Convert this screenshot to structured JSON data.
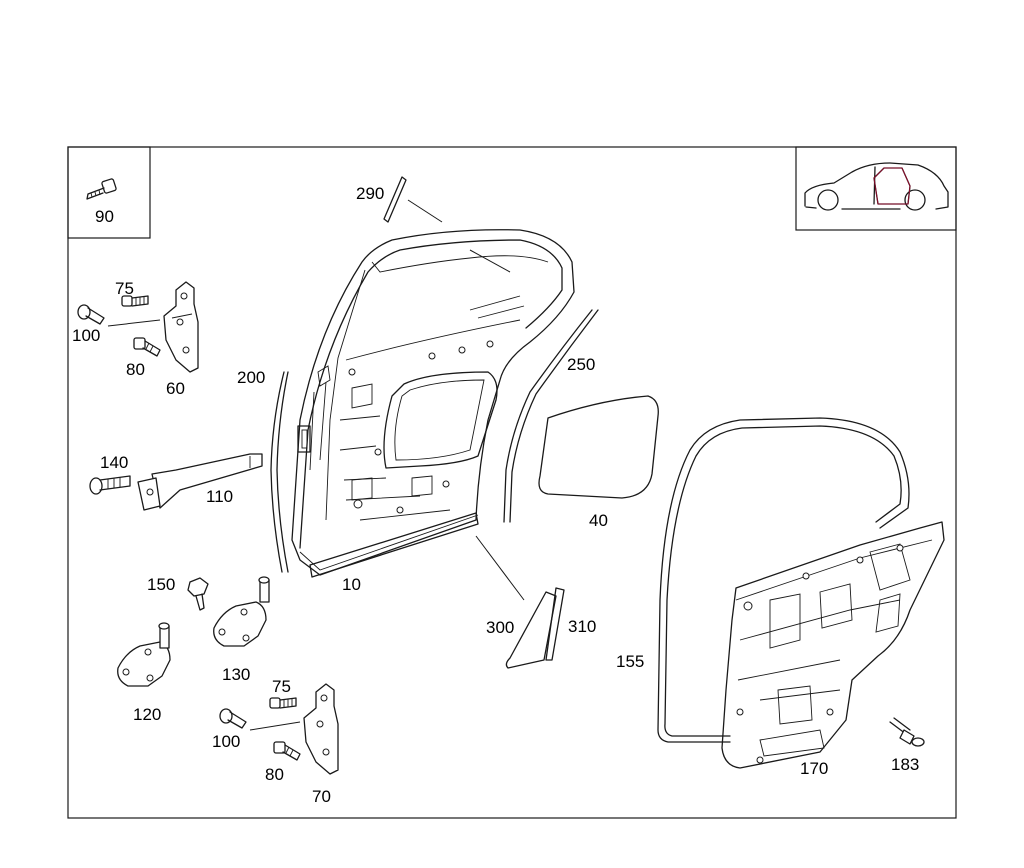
{
  "callouts": {
    "p10": "10",
    "p40": "40",
    "p60": "60",
    "p70": "70",
    "p75a": "75",
    "p75b": "75",
    "p80a": "80",
    "p80b": "80",
    "p90": "90",
    "p100a": "100",
    "p100b": "100",
    "p110": "110",
    "p120": "120",
    "p130": "130",
    "p140": "140",
    "p150": "150",
    "p155": "155",
    "p170": "170",
    "p183": "183",
    "p200": "200",
    "p250": "250",
    "p290": "290",
    "p300": "300",
    "p310": "310"
  },
  "colors": {
    "line": "#1a1a1a",
    "accent": "#8b0a2a",
    "background": "#ffffff"
  },
  "icons": {
    "vehicle_location": "sedan-rear-door-icon",
    "fastener": "bolt-icon"
  }
}
